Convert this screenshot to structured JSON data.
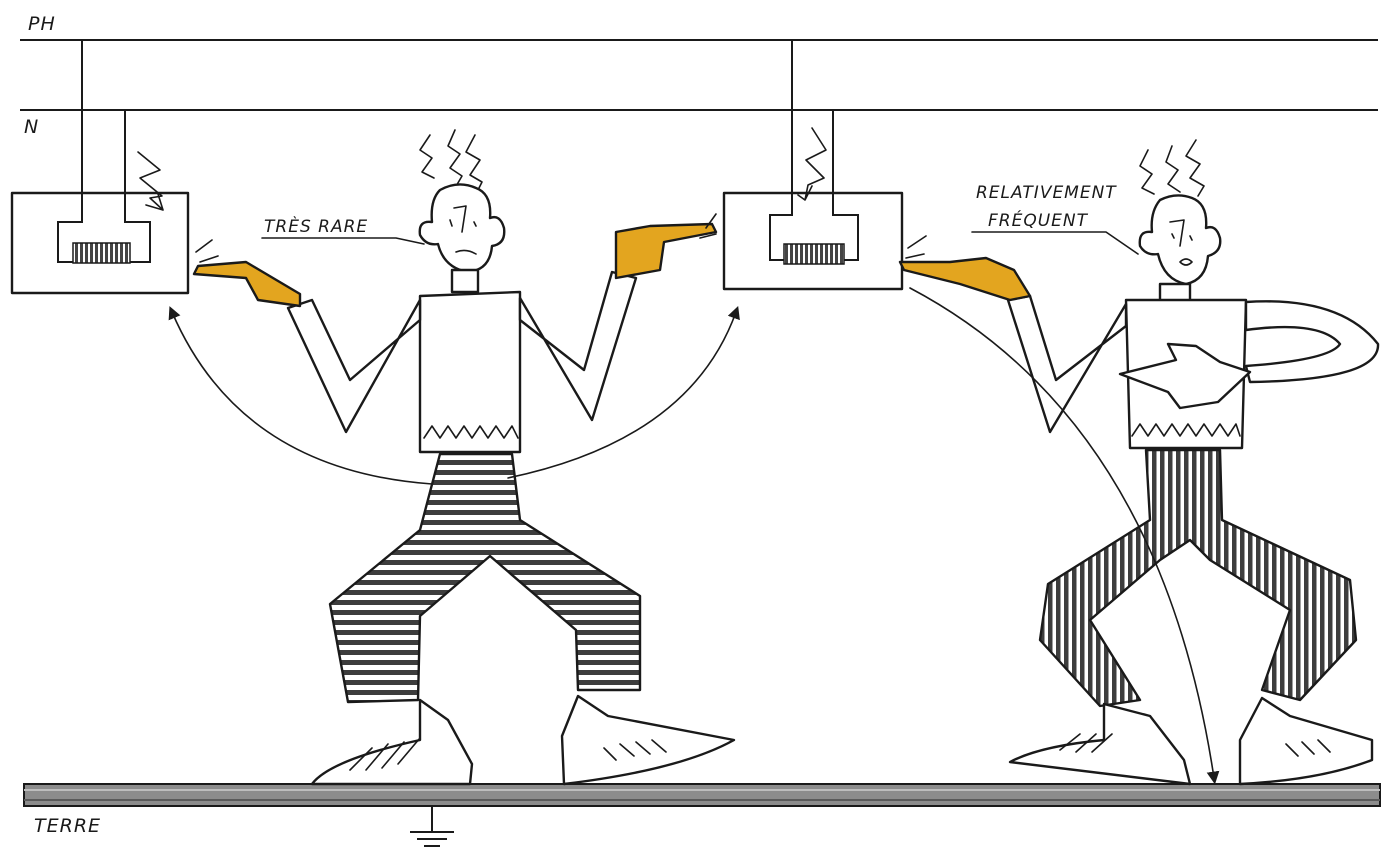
{
  "labels": {
    "phase": "PH",
    "neutral": "N",
    "earth": "TERRE",
    "left_case": "TRÈS RARE",
    "right_case_line1": "RELATIVEMENT",
    "right_case_line2": "FRÉQUENT"
  },
  "colors": {
    "ink": "#1a1a1a",
    "hand": "#e3a51f",
    "ground_bar": "#8c8c8c",
    "heater_coil": "#444444"
  }
}
